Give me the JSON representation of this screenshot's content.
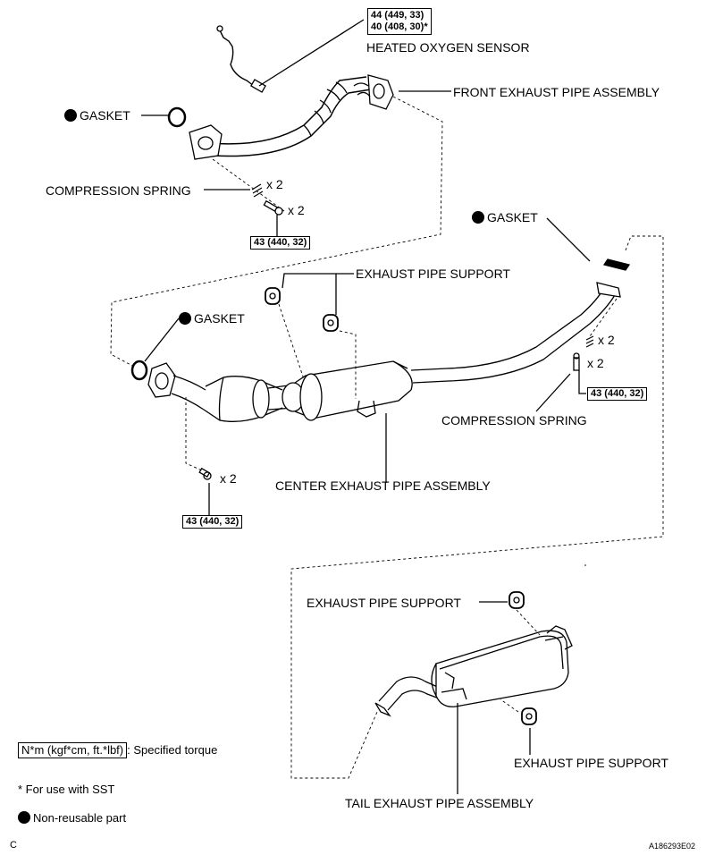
{
  "labels": {
    "torque_top_line1": "44 (449, 33)",
    "torque_top_line2": "40 (408, 30)*",
    "heated_oxygen_sensor": "HEATED OXYGEN SENSOR",
    "front_exhaust_pipe_assembly": "FRONT EXHAUST PIPE ASSEMBLY",
    "gasket_front": "GASKET",
    "compression_spring_front": "COMPRESSION SPRING",
    "qty_spring_front": "x 2",
    "qty_bolt_front": "x 2",
    "torque_front_bolt": "43 (440, 32)",
    "gasket_center_rear": "GASKET",
    "exhaust_pipe_support_center": "EXHAUST PIPE SUPPORT",
    "gasket_center_front": "GASKET",
    "qty_spring_center": "x 2",
    "qty_bolt_center": "x 2",
    "torque_center_rear": "43 (440, 32)",
    "compression_spring_center": "COMPRESSION SPRING",
    "qty_bolt_center_front": "x 2",
    "center_exhaust_pipe_assembly": "CENTER EXHAUST PIPE ASSEMBLY",
    "torque_center_front": "43 (440, 32)",
    "exhaust_pipe_support_tail_top": "EXHAUST PIPE SUPPORT",
    "exhaust_pipe_support_tail_bottom": "EXHAUST PIPE SUPPORT",
    "tail_exhaust_pipe_assembly": "TAIL EXHAUST PIPE ASSEMBLY"
  },
  "legend": {
    "torque_format": "N*m (kgf*cm, ft.*lbf)",
    "torque_desc": ": Specified torque",
    "sst_note": "* For use with SST",
    "non_reusable": "Non-reusable part"
  },
  "footer": {
    "page_letter": "C",
    "figure_code": "A186293E02"
  }
}
